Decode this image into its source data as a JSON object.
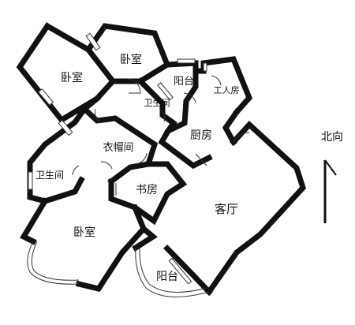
{
  "rooms": {
    "bedroom_top": "卧室",
    "bedroom_left": "卧室",
    "balcony_top": "阳台",
    "maid_room": "工人房",
    "bathroom_top": "卫生间",
    "kitchen": "厨房",
    "cloakroom": "衣帽间",
    "bathroom_left": "卫生间",
    "study": "书房",
    "living_room": "客厅",
    "bedroom_bottom": "卧室",
    "balcony_bottom": "阳台"
  },
  "compass": {
    "label": "北向"
  },
  "colors": {
    "wall": "#111111",
    "background": "#ffffff"
  }
}
